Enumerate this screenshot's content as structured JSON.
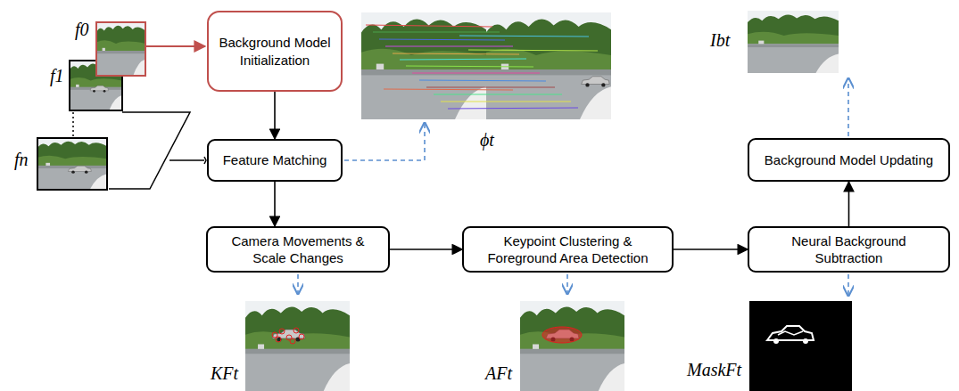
{
  "diagram": {
    "nodes": [
      {
        "text": [
          "Background Model Initialization"
        ]
      },
      {
        "text": [
          "Feature Matching"
        ]
      },
      {
        "text": [
          "Camera Movements & Scale Changes"
        ]
      },
      {
        "text": [
          "Keypoint Clustering & Foreground Area Detection"
        ]
      },
      {
        "text": [
          "Neural Background Subtraction"
        ]
      },
      {
        "text": [
          "Background Model Updating"
        ]
      }
    ],
    "edges": [
      {
        "from": 0,
        "to": 1,
        "arrow": "to"
      },
      {
        "from": 1,
        "to": 2,
        "arrow": "to"
      },
      {
        "from": 2,
        "to": 3,
        "arrow": "to"
      },
      {
        "from": 3,
        "to": 4,
        "arrow": "to"
      },
      {
        "from": 4,
        "to": 5,
        "arrow": "to"
      }
    ],
    "labels": [
      "f0",
      "f1",
      "fn",
      "ϕt",
      "Ibt",
      "KFt",
      "AFt",
      "MaskFt"
    ]
  }
}
